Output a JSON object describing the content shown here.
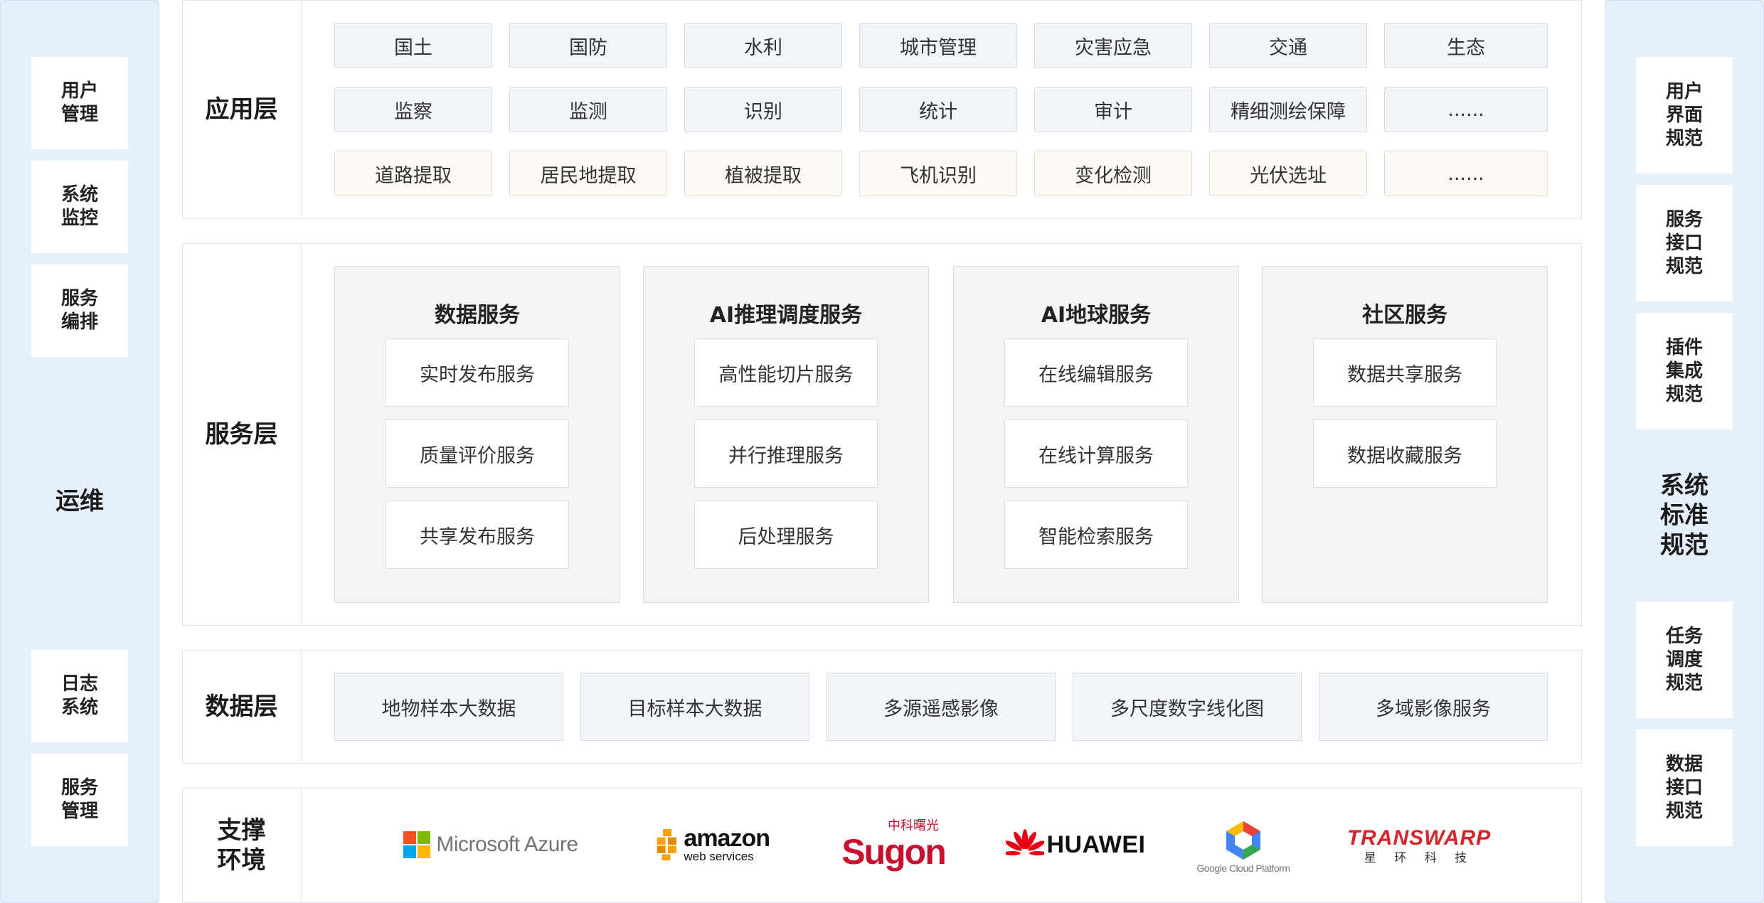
{
  "left_column": {
    "cards": [
      "用户\n管理",
      "系统\n监控",
      "服务\n编排",
      "日志\n系统",
      "服务\n管理"
    ],
    "title": "运维"
  },
  "right_column": {
    "cards": [
      "用户\n界面\n规范",
      "服务\n接口\n规范",
      "插件\n集成\n规范",
      "任务\n调度\n规范",
      "数据\n接口\n规范"
    ],
    "title": "系统\n标准\n规范"
  },
  "application_layer": {
    "label": "应用层",
    "rows": [
      [
        "国土",
        "国防",
        "水利",
        "城市管理",
        "灾害应急",
        "交通",
        "生态"
      ],
      [
        "监察",
        "监测",
        "识别",
        "统计",
        "审计",
        "精细测绘保障",
        "......"
      ],
      [
        "道路提取",
        "居民地提取",
        "植被提取",
        "飞机识别",
        "变化检测",
        "光伏选址",
        "......"
      ]
    ]
  },
  "service_layer": {
    "label": "服务层",
    "groups": [
      {
        "title": "数据服务",
        "items": [
          "实时发布服务",
          "质量评价服务",
          "共享发布服务"
        ]
      },
      {
        "title": "AI推理调度服务",
        "items": [
          "高性能切片服务",
          "并行推理服务",
          "后处理服务"
        ]
      },
      {
        "title": "AI地球服务",
        "items": [
          "在线编辑服务",
          "在线计算服务",
          "智能检索服务"
        ]
      },
      {
        "title": "社区服务",
        "items": [
          "数据共享服务",
          "数据收藏服务"
        ]
      }
    ]
  },
  "data_layer": {
    "label": "数据层",
    "items": [
      "地物样本大数据",
      "目标样本大数据",
      "多源遥感影像",
      "多尺度数字线化图",
      "多域影像服务"
    ]
  },
  "support_layer": {
    "label": "支撑\n环境",
    "logos": {
      "azure": "Microsoft Azure",
      "amazon_main": "amazon",
      "amazon_sub": "web services",
      "sugon_cn": "中科曙光",
      "sugon": "Sugon",
      "huawei": "HUAWEI",
      "google": "Google Cloud Platform",
      "transwarp": "TRANSWARP",
      "transwarp_cn": "星 环 科 技"
    }
  },
  "colors": {
    "side_bg": "#e5eefb",
    "tile_blue": "#f1f5fa",
    "tile_cream": "#fdfaf5",
    "service_group_bg": "#f2f5f4",
    "azure_red": "#f25022",
    "azure_green": "#7fba00",
    "azure_blue": "#00a4ef",
    "azure_yellow": "#ffb900",
    "amazon_orange": "#f7a200",
    "sugon_red": "#c8102e",
    "huawei_red": "#e60012",
    "transwarp_red": "#d8232a"
  }
}
